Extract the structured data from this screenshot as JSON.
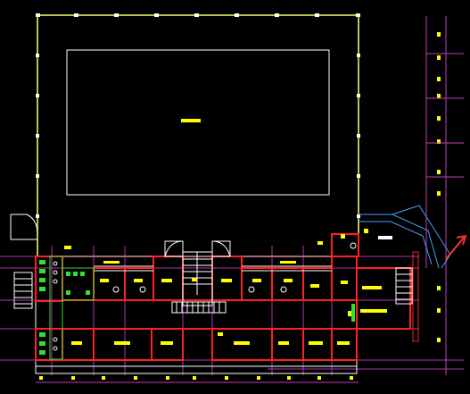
{
  "drawing": {
    "background": "#000000",
    "colors": {
      "court_boundary": "#ffff66",
      "white_line": "#ffffff",
      "wall": "#ff2020",
      "grid_line": "#c040c0",
      "cyan_line": "#40a0ff",
      "green_symbol": "#30e030",
      "label_block": "#ffff00"
    },
    "layers": [
      {
        "name": "court-boundary",
        "color_key": "court_boundary"
      },
      {
        "name": "walls",
        "color_key": "wall"
      },
      {
        "name": "axis-grid",
        "color_key": "grid_line"
      },
      {
        "name": "fixtures",
        "color_key": "green_symbol"
      }
    ]
  }
}
